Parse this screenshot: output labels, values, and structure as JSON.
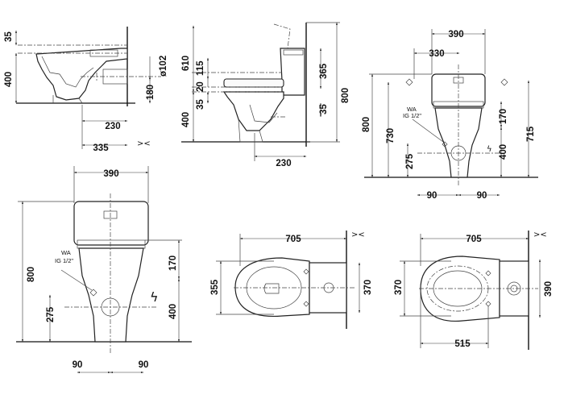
{
  "views": {
    "side_section": {
      "dims": {
        "d35": "35",
        "d400": "400",
        "d102": "ø102",
        "d180": "180",
        "d230": "230",
        "d335": "335"
      }
    },
    "side_seat": {
      "dims": {
        "d610": "610",
        "d115": "115",
        "d20": "20",
        "d35": "35",
        "d400": "400",
        "d365": "365",
        "d35b": "35",
        "d800": "800",
        "d230": "230"
      }
    },
    "front_small": {
      "dims": {
        "d390": "390",
        "d330": "330",
        "d800": "800",
        "d730": "730",
        "d275": "275",
        "d170": "170",
        "d400": "400",
        "d715": "715",
        "d90a": "90",
        "d90b": "90"
      },
      "wa": "WA",
      "ig": "IG 1/2\""
    },
    "front_large": {
      "dims": {
        "d390": "390",
        "d800": "800",
        "d275": "275",
        "d170": "170",
        "d400": "400",
        "d90a": "90",
        "d90b": "90"
      },
      "wa": "WA",
      "ig": "IG 1/2\""
    },
    "top_a": {
      "dims": {
        "d705": "705",
        "d355": "355",
        "d370": "370"
      }
    },
    "top_b": {
      "dims": {
        "d705": "705",
        "d370": "370",
        "d390": "390",
        "d515": "515"
      }
    }
  },
  "icons": [
    "wall-symbol-icon",
    "electric-bolt-icon"
  ]
}
